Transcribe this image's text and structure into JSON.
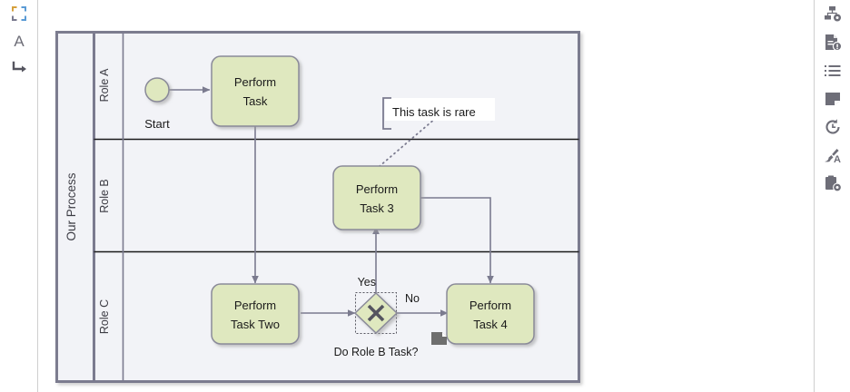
{
  "app": {
    "canvas_background": "#ffffff"
  },
  "left_toolbar": {
    "items": [
      {
        "name": "fit-to-screen-icon",
        "label": "Fit to screen"
      },
      {
        "name": "text-tool-icon",
        "label": "Text"
      },
      {
        "name": "connector-tool-icon",
        "label": "Connector"
      }
    ]
  },
  "right_toolbar": {
    "items": [
      {
        "name": "shape-settings-icon",
        "label": "Shape settings"
      },
      {
        "name": "document-info-icon",
        "label": "Document info"
      },
      {
        "name": "list-icon",
        "label": "Outline"
      },
      {
        "name": "page-icon",
        "label": "Page"
      },
      {
        "name": "revision-history-icon",
        "label": "Revision history"
      },
      {
        "name": "format-painter-icon",
        "label": "Format painter"
      },
      {
        "name": "clipboard-settings-icon",
        "label": "Clipboard settings"
      }
    ]
  },
  "diagram": {
    "pool": {
      "label": "Our Process",
      "fill": "#f2f3f7",
      "stroke": "#7b7b8f"
    },
    "lanes": [
      {
        "label": "Role A"
      },
      {
        "label": "Role B"
      },
      {
        "label": "Role C"
      }
    ],
    "events": [
      {
        "name": "start-event",
        "label": "Start",
        "type": "start",
        "lane": "Role A",
        "fill": "#dfe8bf"
      }
    ],
    "tasks": [
      {
        "name": "task-perform-task",
        "line1": "Perform",
        "line2": "Task",
        "lane": "Role A"
      },
      {
        "name": "task-perform-task-3",
        "line1": "Perform",
        "line2": "Task 3",
        "lane": "Role B"
      },
      {
        "name": "task-perform-task-two",
        "line1": "Perform",
        "line2": "Task Two",
        "lane": "Role C"
      },
      {
        "name": "task-perform-task-4",
        "line1": "Perform",
        "line2": "Task 4",
        "lane": "Role C"
      }
    ],
    "gateways": [
      {
        "name": "gateway-do-role-b-task",
        "label": "Do Role B Task?",
        "type": "exclusive",
        "marker": "X",
        "selected": true,
        "lane": "Role C"
      }
    ],
    "flow_labels": [
      {
        "name": "flow-label-yes",
        "text": "Yes"
      },
      {
        "name": "flow-label-no",
        "text": "No"
      }
    ],
    "annotations": [
      {
        "name": "text-annotation-rare",
        "text": "This task is rare"
      }
    ],
    "markers": [
      {
        "name": "document-marker-icon",
        "label": "Document marker"
      }
    ],
    "colors": {
      "task_fill": "#dfe8bf",
      "task_stroke": "#8a8a99",
      "connector": "#7b7b8f",
      "lane_divider": "#1a1a1a",
      "annotation_fill": "#ffffff",
      "annotation_stroke": "#7b7b8f",
      "marker_fill": "#6e6e6e"
    }
  }
}
